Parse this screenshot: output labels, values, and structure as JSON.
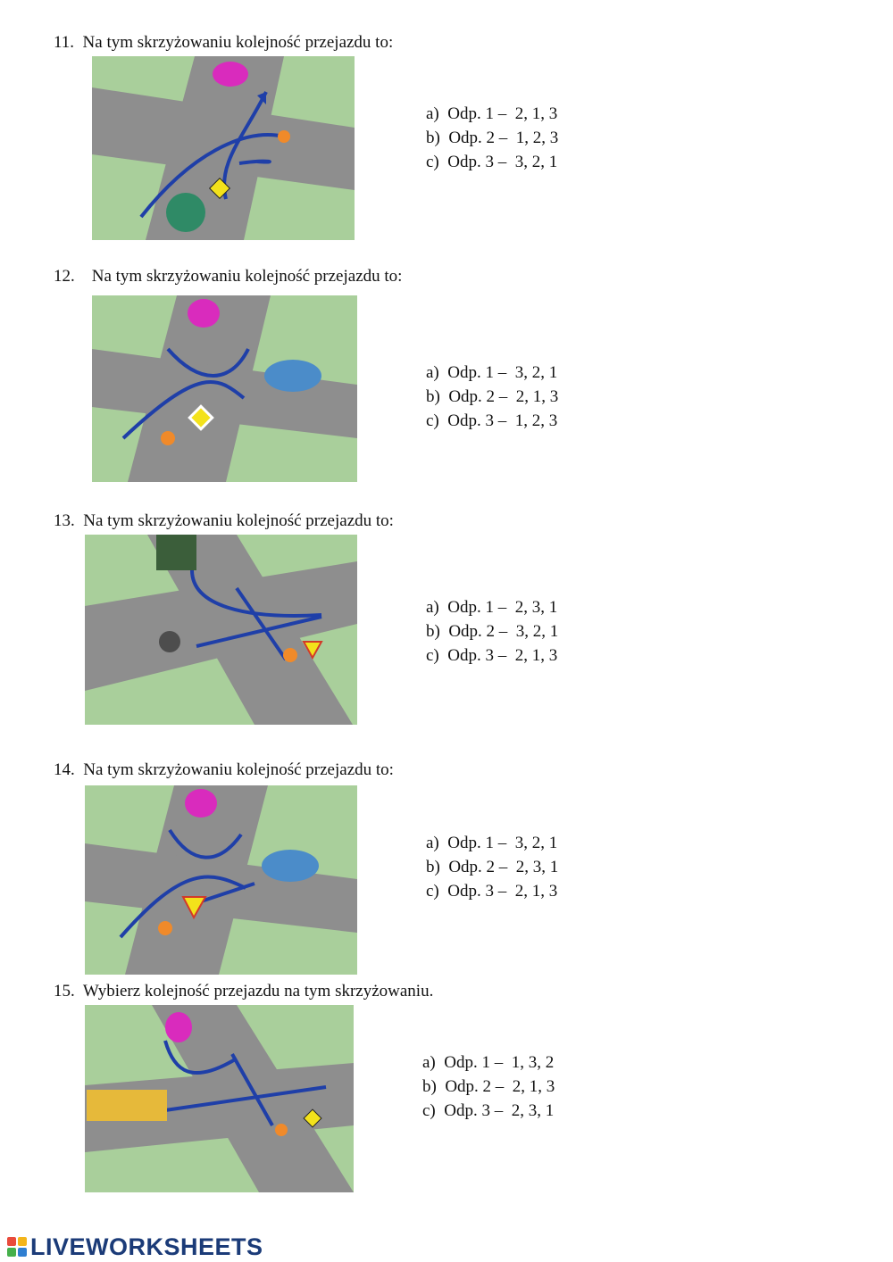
{
  "questions": [
    {
      "title": "11.  Na tym skrzyżowaniu kolejność przejazdu to:",
      "answers": [
        "a)  Odp. 1 –  2, 1, 3",
        "b)  Odp. 2 –  1, 2, 3",
        "c)  Odp. 3 –  3, 2, 1"
      ]
    },
    {
      "title": "12.    Na tym skrzyżowaniu kolejność przejazdu to:",
      "answers": [
        "a)  Odp. 1 –  3, 2, 1",
        "b)  Odp. 2 –  2, 1, 3",
        "c)  Odp. 3 –  1, 2, 3"
      ]
    },
    {
      "title": "13.  Na tym skrzyżowaniu kolejność przejazdu to:",
      "answers": [
        "a)  Odp. 1 –  2, 3, 1",
        "b)  Odp. 2 –  3, 2, 1",
        "c)  Odp. 3 –  2, 1, 3"
      ]
    },
    {
      "title": "14.  Na tym skrzyżowaniu kolejność przejazdu to:",
      "answers": [
        "a)  Odp. 1 –  3, 2, 1",
        "b)  Odp. 2 –  2, 3, 1",
        "c)  Odp. 3 –  2, 1, 3"
      ]
    },
    {
      "title": "15.  Wybierz kolejność przejazdu na tym skrzyżowaniu.",
      "answers": [
        "a)  Odp. 1 –  1, 3, 2",
        "b)  Odp. 2 –  2, 1, 3",
        "c)  Odp. 3 –  2, 3, 1"
      ]
    }
  ],
  "footer": {
    "brand": "LIVEWORKSHEETS"
  },
  "colors": {
    "grass": "#a9cf9b",
    "road": "#8e8e8e",
    "arrow": "#1f3fa8",
    "brand": "#1b3b78"
  }
}
